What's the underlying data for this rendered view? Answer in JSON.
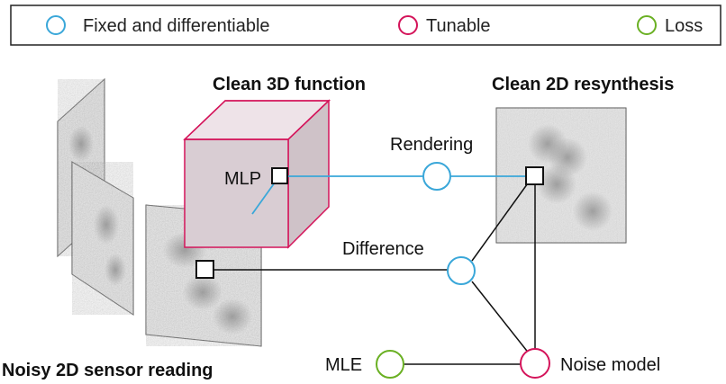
{
  "legend": {
    "fixed": "Fixed and differentiable",
    "tunable": "Tunable",
    "loss": "Loss"
  },
  "titles": {
    "clean_3d": "Clean 3D function",
    "clean_2d": "Clean 2D resynthesis",
    "noisy_2d": "Noisy 2D sensor reading"
  },
  "labels": {
    "mlp": "MLP",
    "rendering": "Rendering",
    "difference": "Difference",
    "mle": "MLE",
    "noise_model": "Noise model"
  },
  "colors": {
    "fixed": "#3aa7d9",
    "tunable": "#d4145a",
    "loss": "#6ab023",
    "cube_fill": "#d9cdd3",
    "line": "#111111"
  }
}
